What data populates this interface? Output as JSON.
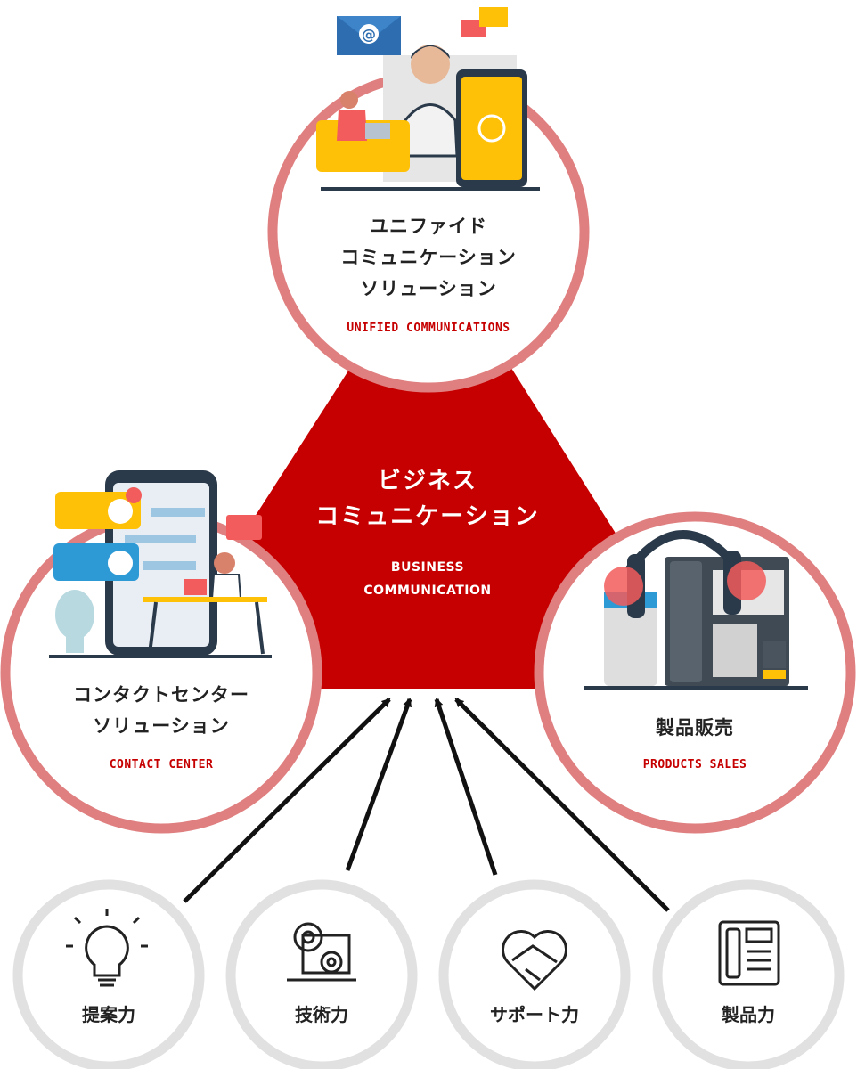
{
  "colors": {
    "accent_red": "#c60000",
    "ring_pink": "#e07f80",
    "ring_gray": "#e1e1e1",
    "arrow": "#111111",
    "dark_navy": "#2b3a4a",
    "yellow": "#ffc107"
  },
  "center": {
    "title_lines": [
      "ビジネス",
      "コミュニケーション"
    ],
    "subtitle_lines": [
      "BUSINESS",
      "COMMUNICATION"
    ]
  },
  "solutions": {
    "unified": {
      "title_lines": [
        "ユニファイド",
        "コミュニケーション",
        "ソリューション"
      ],
      "subtitle": "UNIFIED COMMUNICATIONS",
      "illustration": "person-with-headset-phone-email-icon"
    },
    "contact": {
      "title_lines": [
        "コンタクトセンター",
        "ソリューション"
      ],
      "subtitle": "CONTACT CENTER",
      "illustration": "phone-reviews-woman-at-desk-icon"
    },
    "products": {
      "title_lines": [
        "製品販売"
      ],
      "subtitle": "PRODUCTS SALES",
      "illustration": "desk-phone-with-headset-icon"
    }
  },
  "skills": [
    {
      "label": "提案力",
      "icon": "lightbulb-icon"
    },
    {
      "label": "技術力",
      "icon": "gears-laptop-icon"
    },
    {
      "label": "サポート力",
      "icon": "heart-handshake-icon"
    },
    {
      "label": "製品力",
      "icon": "desk-phone-icon"
    }
  ]
}
